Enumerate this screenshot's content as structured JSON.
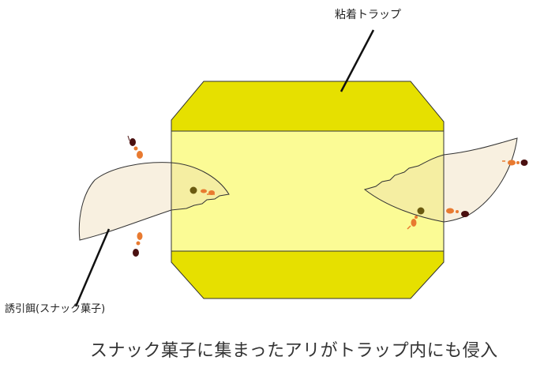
{
  "labels": {
    "trap": "粘着トラップ",
    "bait": "誘引餌(スナック菓子)"
  },
  "caption": "スナック菓子に集まったアリがトラップ内にも侵入",
  "colors": {
    "trap_fill_dark": "#e6e000",
    "trap_fill_light": "#fbfb8c",
    "snack_fill": "#f8f0e0",
    "ant_body_light": "#e87a30",
    "ant_body_dark": "#4a1010",
    "outline": "#333333"
  }
}
